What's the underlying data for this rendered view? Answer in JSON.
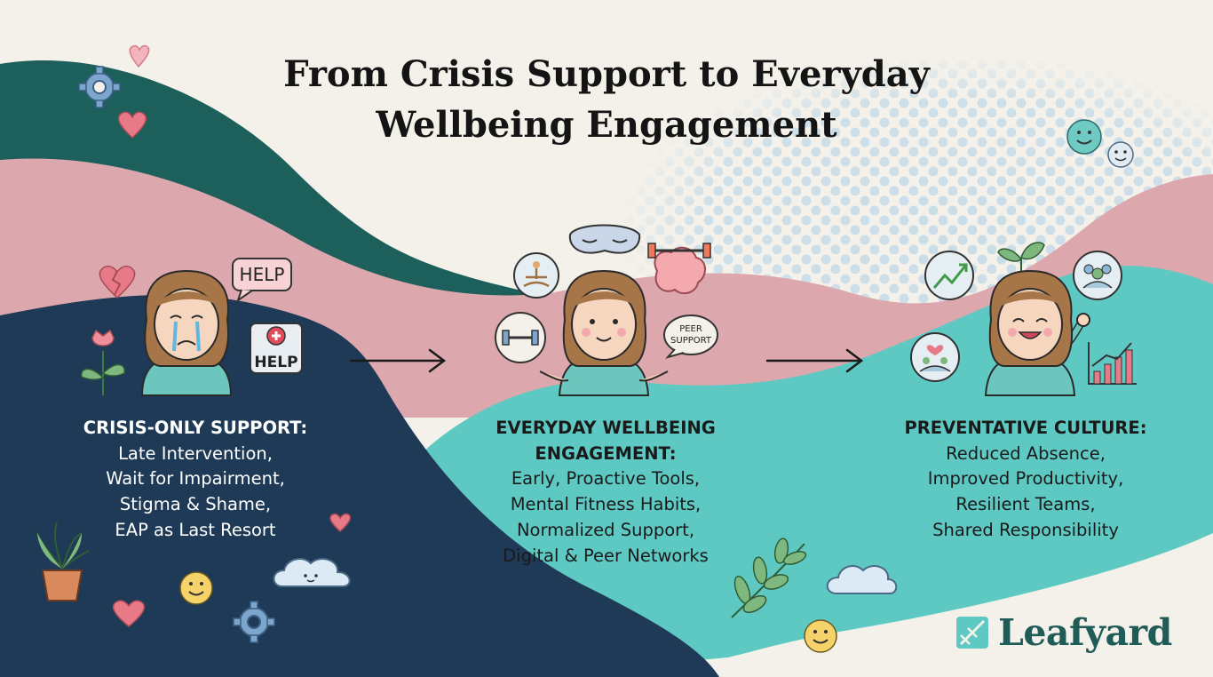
{
  "title": {
    "line1": "From Crisis Support to Everyday",
    "line2": "Wellbeing Engagement"
  },
  "sections": [
    {
      "heading": "CRISIS-ONLY SUPPORT:",
      "lines": [
        "Late Intervention,",
        "Wait for Impairment,",
        "Stigma & Shame,",
        "EAP as Last Resort"
      ]
    },
    {
      "heading_line1": "EVERYDAY WELLBEING",
      "heading_line2": "ENGAGEMENT:",
      "lines": [
        "Early, Proactive Tools,",
        "Mental Fitness Habits,",
        "Normalized Support,",
        "Digital & Peer Networks"
      ]
    },
    {
      "heading": "PREVENTATIVE CULTURE:",
      "lines": [
        "Reduced Absence,",
        "Improved Productivity,",
        "Resilient Teams,",
        "Shared Responsibility"
      ]
    }
  ],
  "bubbles": {
    "help_speech": "HELP",
    "help_sign": "HELP",
    "peer_line1": "PEER",
    "peer_line2": "SUPPORT"
  },
  "logo": {
    "text": "Leafyard"
  },
  "colors": {
    "background": "#f4f1ea",
    "dark_teal": "#1d5f5a",
    "navy": "#1e3a56",
    "pink": "#dca7ad",
    "aqua": "#5ec9c3",
    "dots": "#c9dde8",
    "heart": "#e77a86",
    "logo": "#1f5c58"
  },
  "icons": [
    "gear-icon",
    "heart-icon",
    "broken-heart-icon",
    "flower-icon",
    "potted-plant-icon",
    "smiley-icon",
    "cloud-icon",
    "meditation-icon",
    "sleep-mask-icon",
    "brain-dumbbell-icon",
    "dumbbell-icon",
    "growth-chart-icon",
    "team-icon",
    "sprout-icon",
    "bar-chart-icon",
    "leaf-branch-icon",
    "arrow-right-icon"
  ]
}
